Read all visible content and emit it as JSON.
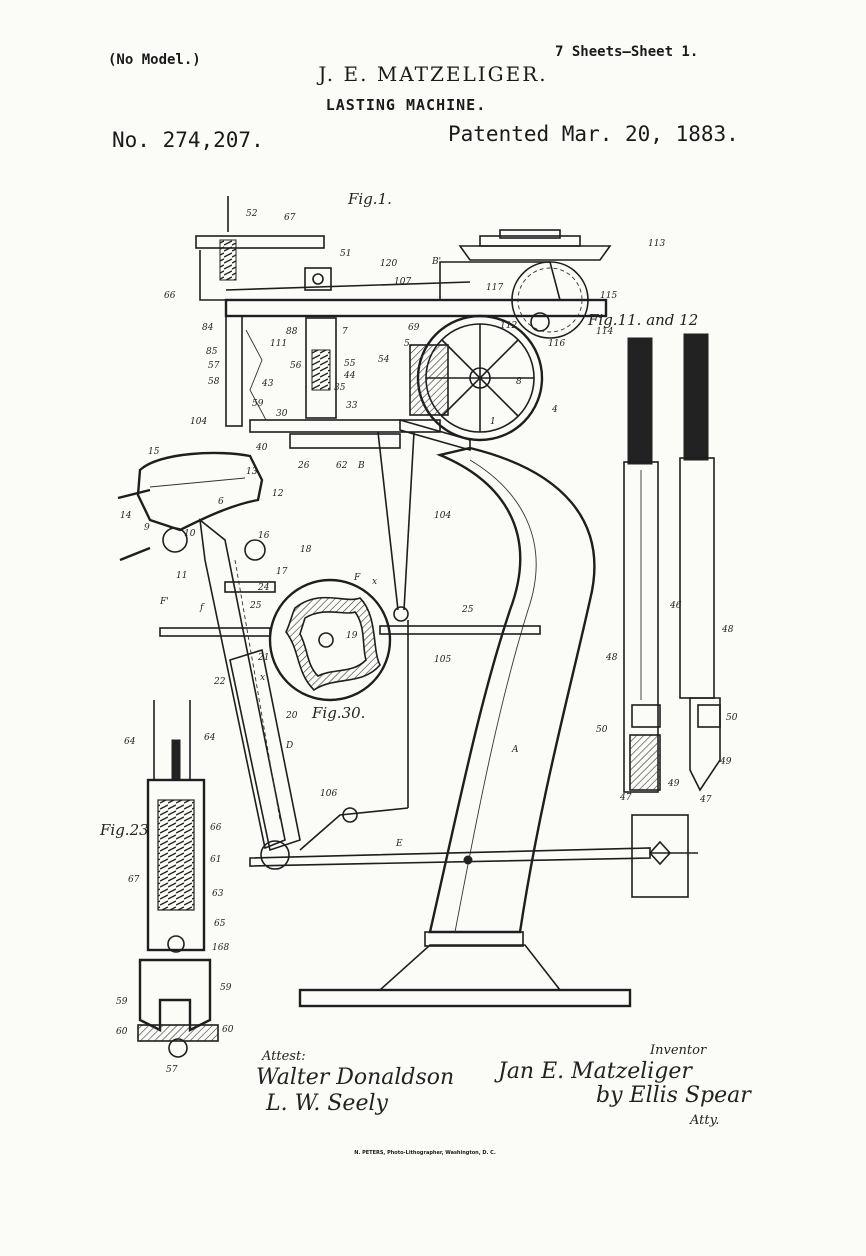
{
  "header": {
    "no_model": "(No Model.)",
    "sheets": "7 Sheets—Sheet 1.",
    "inventor": "J. E. MATZELIGER.",
    "title": "LASTING MACHINE.",
    "patent_number": "No. 274,207.",
    "patent_date": "Patented Mar. 20, 1883."
  },
  "figures": {
    "fig1": "Fig.1.",
    "fig11": "Fig.11. and 12",
    "fig23": "Fig.23",
    "fig30": "Fig.30."
  },
  "labels": {
    "n52": "52",
    "n67": "67",
    "n51": "51",
    "n120": "120",
    "n107": "107",
    "B1": "B'",
    "n113": "113",
    "n114": "114",
    "n115": "115",
    "n116": "116",
    "n117": "117",
    "n112": "112",
    "n66": "66",
    "n84": "84",
    "n85": "85",
    "n57": "57",
    "n58": "58",
    "n104": "104",
    "n111": "111",
    "n88": "88",
    "n7": "7",
    "n69": "69",
    "n5": "5",
    "n55": "55",
    "n56": "56",
    "n54": "54",
    "n44": "44",
    "n35": "35",
    "n33": "33",
    "n43": "43",
    "n59": "59",
    "n30": "30",
    "n40": "40",
    "n8": "8",
    "n1": "1",
    "n4": "4",
    "n26": "26",
    "n62": "62",
    "B": "B",
    "n15": "15",
    "n13": "13",
    "n12": "12",
    "n6": "6",
    "n14": "14",
    "n9": "9",
    "n10": "10",
    "n11": "11",
    "n16": "16",
    "n18": "18",
    "n17": "17",
    "n24": "24",
    "n25a": "25",
    "F": "F",
    "x1": "x",
    "x2": "x",
    "f": "f",
    "F2": "F'",
    "n21": "21",
    "n19": "19",
    "n22": "22",
    "n20": "20",
    "n25b": "25",
    "n105": "105",
    "n104b": "104",
    "D": "D",
    "n106": "106",
    "A": "A",
    "E": "E",
    "n46": "46",
    "n48a": "48",
    "n48b": "48",
    "n50a": "50",
    "n50b": "50",
    "n49a": "49",
    "n49b": "49",
    "n47a": "47",
    "n47b": "47",
    "n64a": "64",
    "n64b": "64",
    "n66b": "66",
    "n61": "61",
    "n67b": "67",
    "n63": "63",
    "n65": "65",
    "n168": "168",
    "n59a": "59",
    "n59b": "59",
    "n60a": "60",
    "n60b": "60",
    "n57b": "57"
  },
  "signatures": {
    "attest": "Attest:",
    "witness1": "Walter Donaldson",
    "witness2": "L. W. Seely",
    "inventor_label": "Inventor",
    "inventor_sig": "Jan E. Matzeliger",
    "by": "by Ellis Spear",
    "atty": "Atty."
  },
  "footer": {
    "lithographer": "N. PETERS, Photo-Lithographer, Washington, D. C."
  }
}
